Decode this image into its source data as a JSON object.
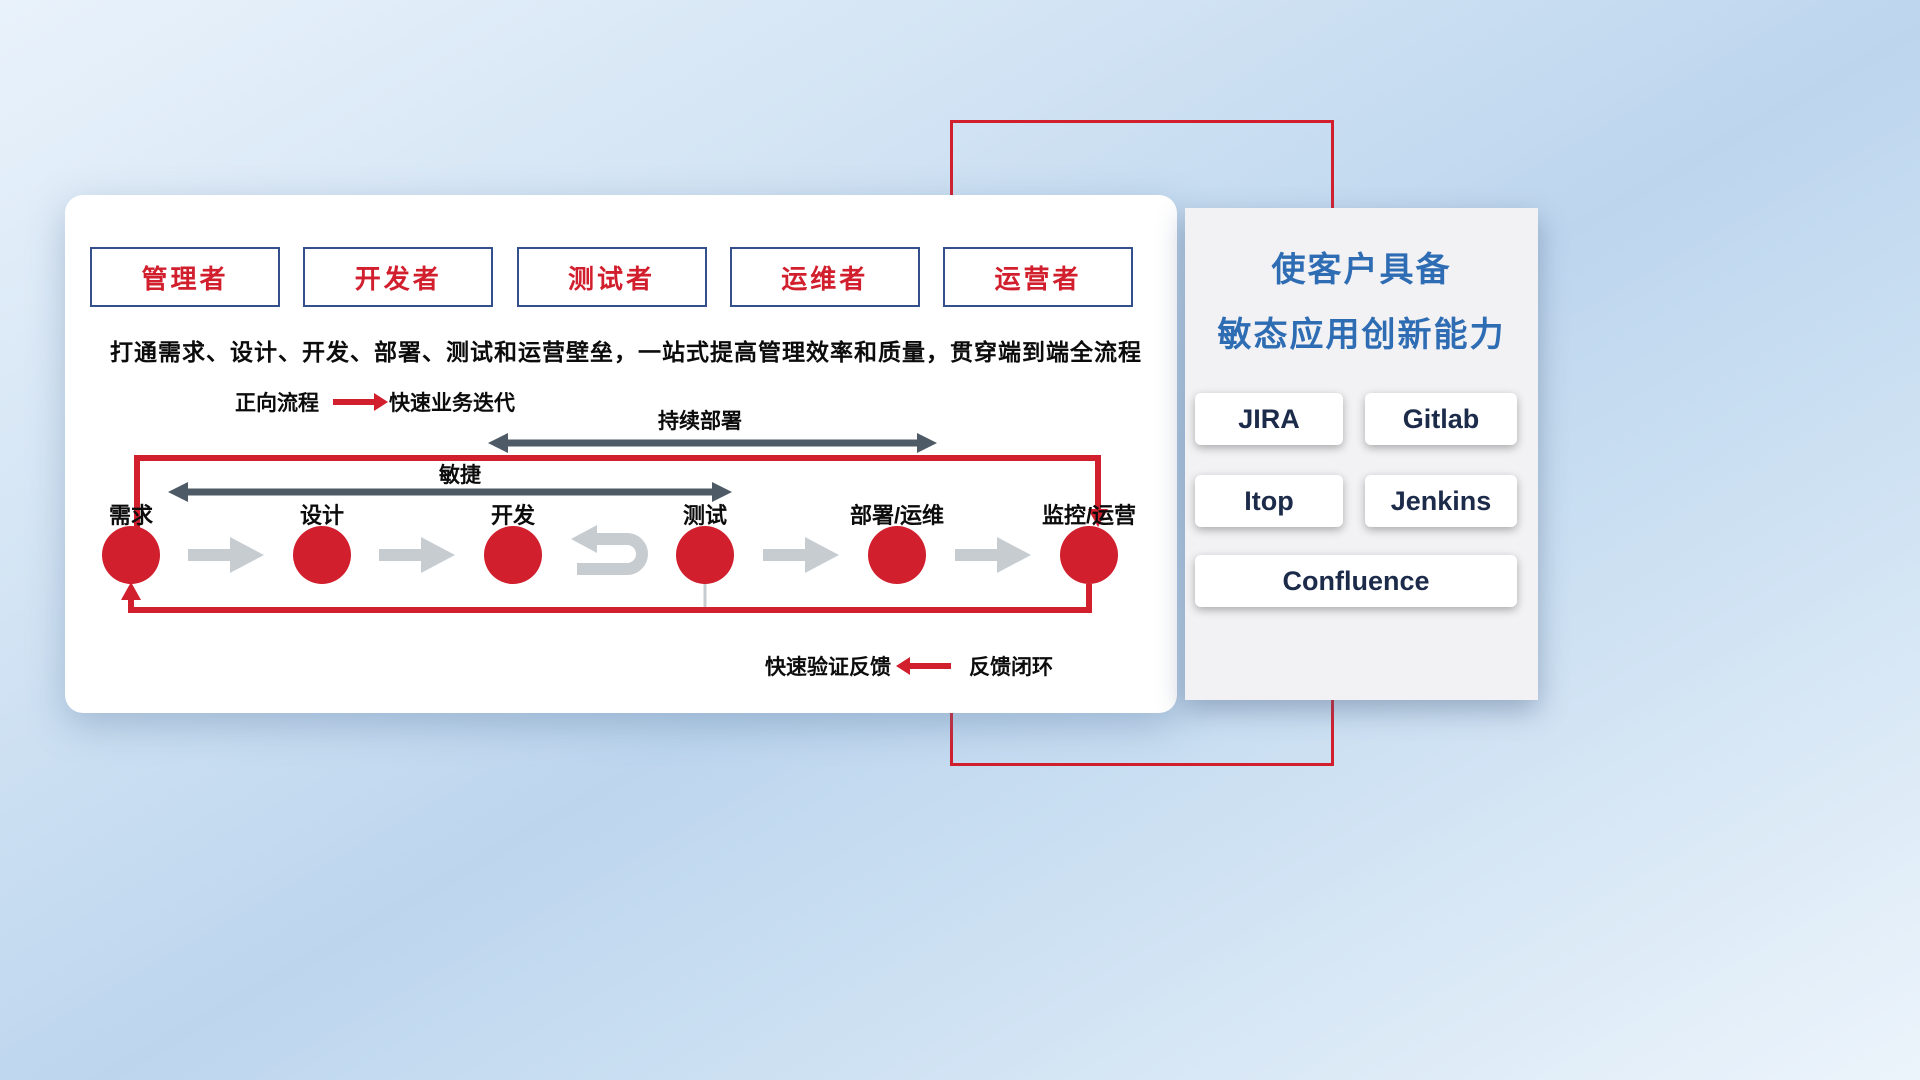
{
  "colors": {
    "red": "#d21f2e",
    "title_blue": "#2e6cb3",
    "tool_text": "#1c2b4a",
    "dark_arrow": "#4e5a66",
    "gray_arrow": "#c7ccd1"
  },
  "card": {
    "roles": [
      "管理者",
      "开发者",
      "测试者",
      "运维者",
      "运营者"
    ],
    "description": "打通需求、设计、开发、部署、测试和运营壁垒，一站式提高管理效率和质量，贯穿端到端全流程",
    "legend_forward_label": "正向流程",
    "legend_forward_value": "快速业务迭代",
    "arrow_cd_label": "持续部署",
    "arrow_agile_label": "敏捷",
    "nodes": [
      "需求",
      "设计",
      "开发",
      "测试",
      "部署/运维",
      "监控/运营"
    ],
    "feedback_label": "快速验证反馈",
    "feedback_value": "反馈闭环"
  },
  "right_panel": {
    "title_line1": "使客户具备",
    "title_line2": "敏态应用创新能力",
    "tools": [
      "JIRA",
      "Gitlab",
      "Itop",
      "Jenkins",
      "Confluence"
    ]
  }
}
